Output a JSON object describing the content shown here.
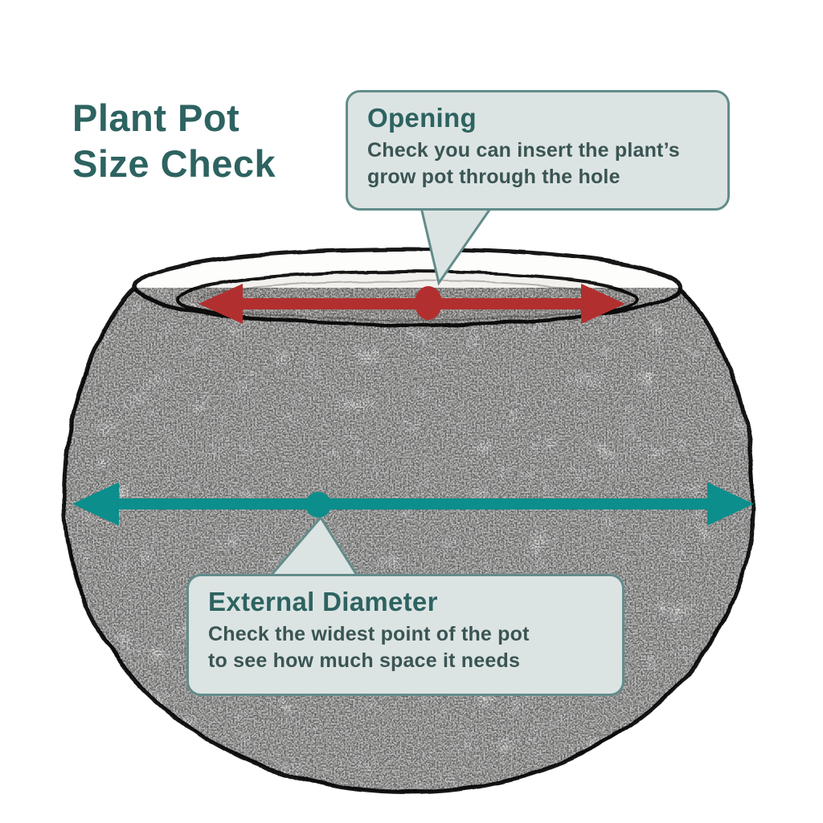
{
  "title": {
    "line1": "Plant Pot",
    "line2": "Size Check"
  },
  "callouts": {
    "opening": {
      "title": "Opening",
      "body_line1": "Check you can insert the plant’s",
      "body_line2": "grow pot through the hole"
    },
    "external_diameter": {
      "title": "External Diameter",
      "body_line1": "Check the widest point of the pot",
      "body_line2": "to see how much space it needs"
    }
  },
  "colors": {
    "heading_teal": "#2d6361",
    "body_text": "#3a5553",
    "callout_bg": "#dce4e3",
    "callout_border": "#628c8a",
    "arrow_red": "#b22f2f",
    "arrow_teal": "#0b8e8c",
    "outline_ink": "#161616",
    "page_bg": "#ffffff"
  }
}
